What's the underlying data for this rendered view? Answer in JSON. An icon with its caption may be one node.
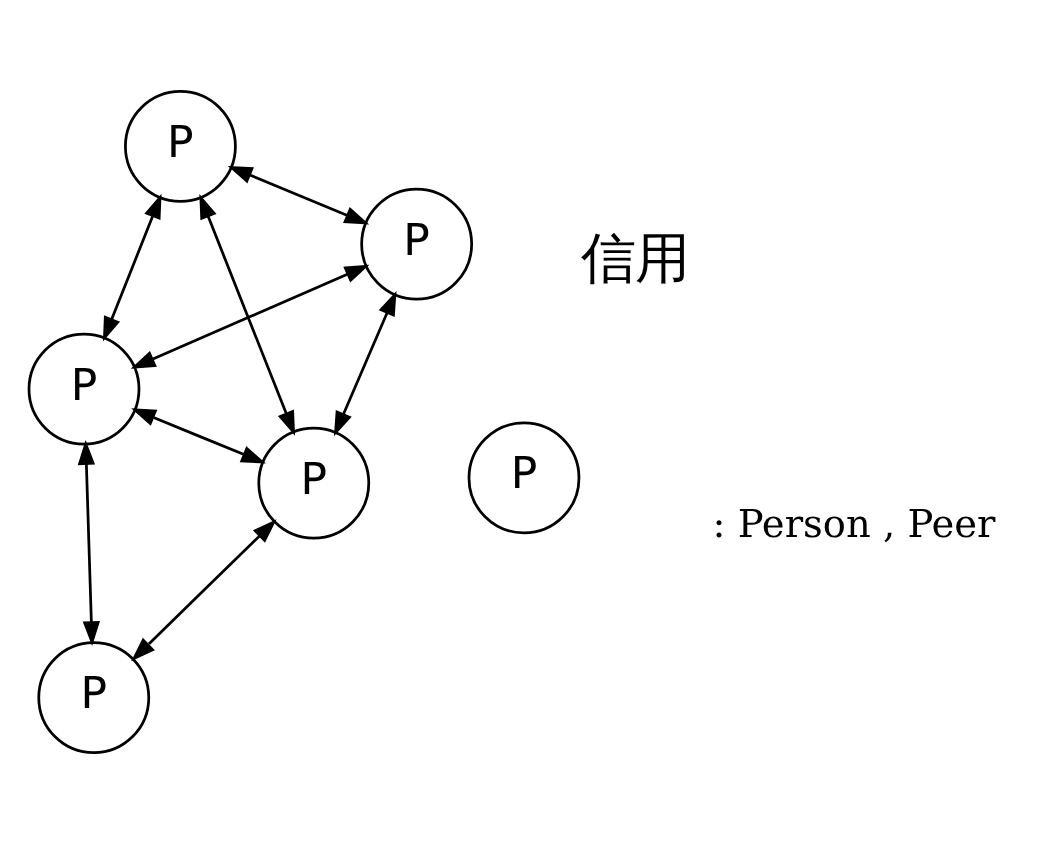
{
  "diagram": {
    "nodes": [
      {
        "text": [
          "P"
        ]
      },
      {
        "text": [
          "P"
        ]
      },
      {
        "text": [
          "P"
        ]
      },
      {
        "text": [
          "P"
        ]
      },
      {
        "text": [
          "P"
        ]
      },
      {
        "text": [
          "P"
        ],
        "beside": [
          ": Person , Peer"
        ]
      }
    ],
    "edges": [
      {
        "from": 0,
        "to": 1,
        "arrow": "both"
      },
      {
        "from": 0,
        "to": 2,
        "arrow": "both"
      },
      {
        "from": 0,
        "to": 4,
        "arrow": "both"
      },
      {
        "from": 0,
        "to": 3,
        "arrow": "both"
      },
      {
        "from": 1,
        "to": 3,
        "arrow": "both"
      },
      {
        "from": 4,
        "to": 1,
        "arrow": "both"
      },
      {
        "from": 2,
        "to": 4,
        "arrow": "both"
      },
      {
        "from": 4,
        "to": 3,
        "arrow": "both"
      }
    ],
    "labels": [
      "信用"
    ]
  }
}
